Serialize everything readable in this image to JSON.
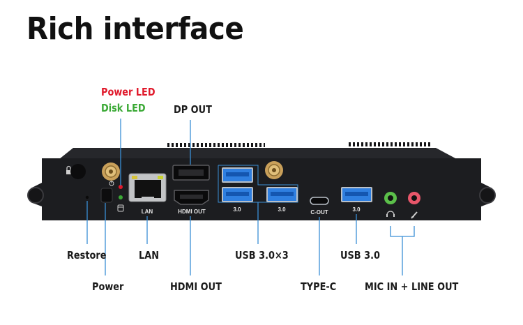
{
  "title": "Rich interface",
  "leds": {
    "power": "Power LED",
    "disk": "Disk LED"
  },
  "panel_markings": {
    "lan": "LAN",
    "hdmi": "HDMI OUT",
    "usb_left_a": "3.0",
    "usb_left_b": "3.0",
    "usb_right": "3.0",
    "typec": "C-OUT"
  },
  "callouts": {
    "dp_out": "DP OUT",
    "restore": "Restore",
    "power": "Power",
    "lan": "LAN",
    "hdmi_out": "HDMI OUT",
    "usb_3x3": "USB 3.0×3",
    "usb_3": "USB 3.0",
    "type_c": "TYPE-C",
    "mic_line": "MIC IN + LINE OUT"
  },
  "colors": {
    "callout_line": "#3a8fd6",
    "chassis": "#1c1d20",
    "led_red": "#e0192b",
    "led_green": "#3aa935",
    "usb_blue": "#2f7fe0",
    "jack_green": "#5bbf4a",
    "jack_pink": "#e8566a"
  }
}
